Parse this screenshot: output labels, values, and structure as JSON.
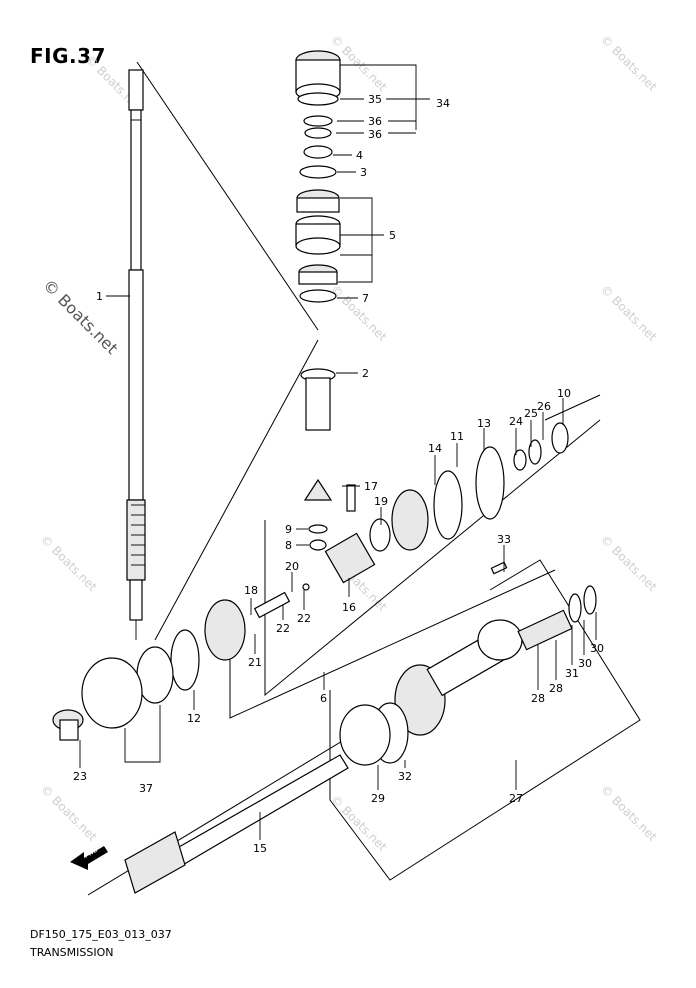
{
  "figure": {
    "title": "FIG.37",
    "code": "DF150_175_E03_013_037",
    "section": "TRANSMISSION",
    "fwd_label": "FWD"
  },
  "watermark": {
    "text": "© Boats.net"
  },
  "callouts": [
    {
      "id": "c35",
      "label": "35"
    },
    {
      "id": "c34",
      "label": "34"
    },
    {
      "id": "c36a",
      "label": "36"
    },
    {
      "id": "c36b",
      "label": "36"
    },
    {
      "id": "c4",
      "label": "4"
    },
    {
      "id": "c3",
      "label": "3"
    },
    {
      "id": "c5",
      "label": "5"
    },
    {
      "id": "c7",
      "label": "7"
    },
    {
      "id": "c1",
      "label": "1"
    },
    {
      "id": "c2",
      "label": "2"
    },
    {
      "id": "c10",
      "label": "10"
    },
    {
      "id": "c26",
      "label": "26"
    },
    {
      "id": "c25",
      "label": "25"
    },
    {
      "id": "c24",
      "label": "24"
    },
    {
      "id": "c13",
      "label": "13"
    },
    {
      "id": "c11",
      "label": "11"
    },
    {
      "id": "c14",
      "label": "14"
    },
    {
      "id": "c17",
      "label": "17"
    },
    {
      "id": "c19",
      "label": "19"
    },
    {
      "id": "c9",
      "label": "9"
    },
    {
      "id": "c8",
      "label": "8"
    },
    {
      "id": "c33",
      "label": "33"
    },
    {
      "id": "c20",
      "label": "20"
    },
    {
      "id": "c16",
      "label": "16"
    },
    {
      "id": "c18",
      "label": "18"
    },
    {
      "id": "c22a",
      "label": "22"
    },
    {
      "id": "c22b",
      "label": "22"
    },
    {
      "id": "c21",
      "label": "21"
    },
    {
      "id": "c30a",
      "label": "30"
    },
    {
      "id": "c30b",
      "label": "30"
    },
    {
      "id": "c31",
      "label": "31"
    },
    {
      "id": "c28a",
      "label": "28"
    },
    {
      "id": "c28b",
      "label": "28"
    },
    {
      "id": "c12",
      "label": "12"
    },
    {
      "id": "c6",
      "label": "6"
    },
    {
      "id": "c23",
      "label": "23"
    },
    {
      "id": "c37",
      "label": "37"
    },
    {
      "id": "c32",
      "label": "32"
    },
    {
      "id": "c29",
      "label": "29"
    },
    {
      "id": "c27",
      "label": "27"
    },
    {
      "id": "c15",
      "label": "15"
    }
  ]
}
